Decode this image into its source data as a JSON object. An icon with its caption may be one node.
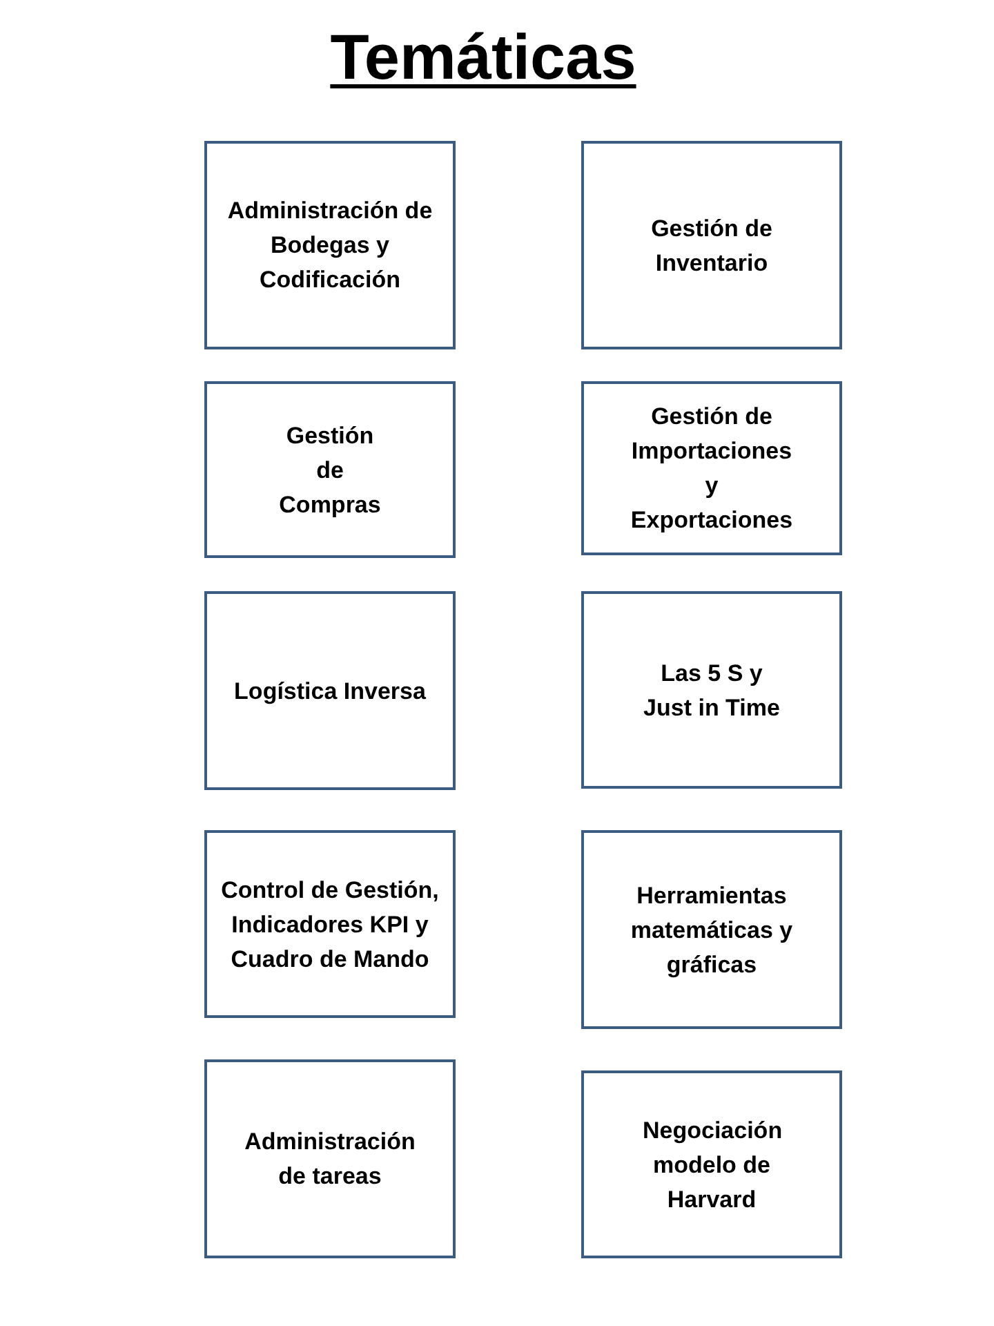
{
  "diagram": {
    "title": "Temáticas",
    "nodes": [
      {
        "text": [
          "Administración de Bodegas y Codificación"
        ]
      },
      {
        "text": [
          "Gestión de Inventario"
        ]
      },
      {
        "text": [
          "Gestión de Compras"
        ]
      },
      {
        "text": [
          "Gestión de Importaciones y Exportaciones"
        ]
      },
      {
        "text": [
          "Logística Inversa"
        ]
      },
      {
        "text": [
          "Las 5 S y Just in Time"
        ]
      },
      {
        "text": [
          "Control de Gestión, Indicadores KPI y Cuadro de Mando"
        ]
      },
      {
        "text": [
          "Herramientas matemáticas y gráficas"
        ]
      },
      {
        "text": [
          "Administración de tareas"
        ]
      },
      {
        "text": [
          "Negociación modelo de Harvard"
        ]
      }
    ]
  }
}
